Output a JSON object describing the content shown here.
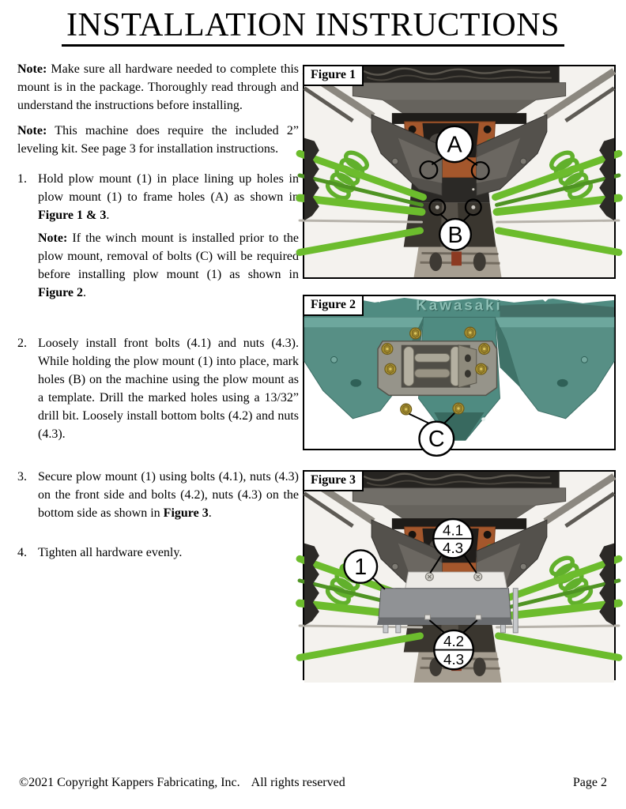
{
  "title": "INSTALLATION INSTRUCTIONS",
  "notes": [
    {
      "label": "Note:",
      "text": " Make sure all hardware needed to complete this mount is in the package. Thoroughly read through and understand the instructions before installing."
    },
    {
      "label": "Note:",
      "text": " This machine does require the included 2” leveling kit. See page 3 for installation instructions."
    }
  ],
  "steps": [
    {
      "num": "1.",
      "pre": "Hold plow mount (1) in place lining up holes in plow mount (1) to frame holes (A) as shown in ",
      "bold": "Figure 1 & 3",
      "post": ".",
      "note_label": "Note:",
      "note_pre": " If the winch mount is installed prior to the plow mount, removal of bolts (C) will be required before installing plow mount (1) as shown in ",
      "note_bold": "Figure 2",
      "note_post": "."
    },
    {
      "num": "2.",
      "pre": "Loosely install front bolts (4.1) and nuts (4.3). While holding the plow mount (1) into place, mark holes (B) on the machine using the plow mount as a template. Drill the marked holes using a 13/32” drill bit. Loosely install bottom bolts (4.2) and nuts (4.3).",
      "bold": "",
      "post": ""
    },
    {
      "num": "3.",
      "pre": "Secure plow mount (1) using bolts (4.1), nuts (4.3) on the front side and bolts (4.2), nuts (4.3) on the bottom side as shown in ",
      "bold": "Figure 3",
      "post": "."
    },
    {
      "num": "4.",
      "pre": "Tighten all hardware evenly.",
      "bold": "",
      "post": ""
    }
  ],
  "figures": [
    {
      "label": "Figure 1",
      "callouts": {
        "a": "A",
        "b": "B"
      }
    },
    {
      "label": "Figure 2",
      "brand": "Kawasaki",
      "callouts": {
        "c": "C"
      }
    },
    {
      "label": "Figure 3",
      "callouts": {
        "part": "1",
        "front_top": "4.1",
        "front_bottom": "4.3",
        "bottom_top": "4.2",
        "bottom_bottom": "4.3"
      }
    }
  ],
  "footer": {
    "copyright": "©2021 Copyright Kappers Fabricating, Inc.",
    "rights": "All rights reserved",
    "page": "Page 2"
  },
  "colors": {
    "machine_green": "#6cbc2d",
    "copper_plate": "#a4572c",
    "kawasaki_teal": "#4f8b81",
    "gold_bolt": "#b29a35",
    "plow_gray": "#909295"
  }
}
